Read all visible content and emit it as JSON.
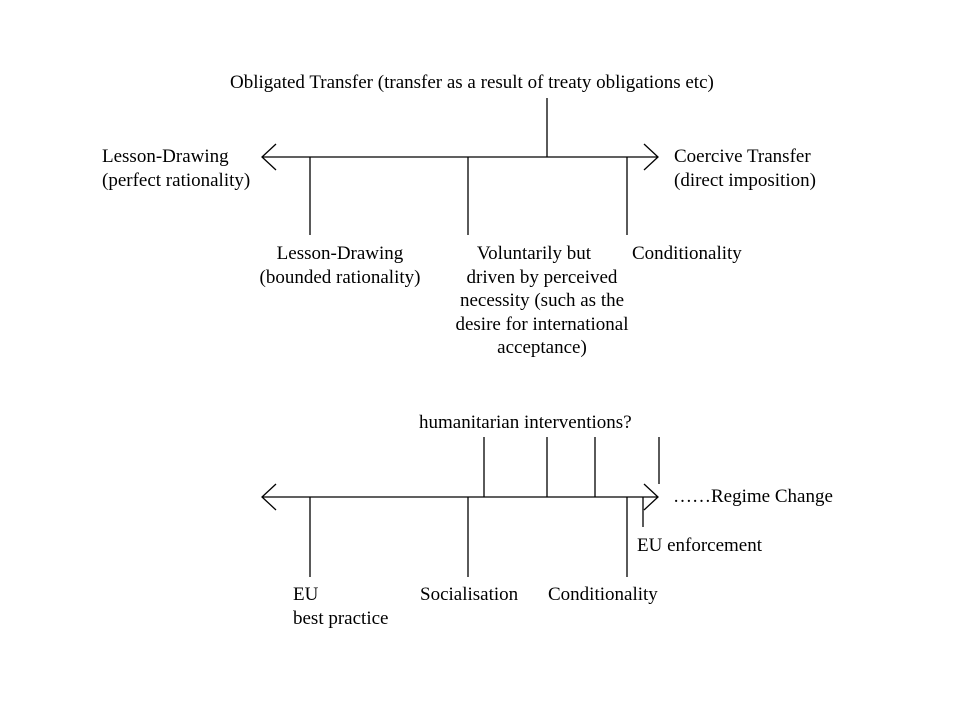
{
  "top_diagram": {
    "obligated_transfer": "Obligated Transfer (transfer as a result of treaty obligations etc)",
    "left_end": [
      "Lesson-Drawing",
      "(perfect rationality)"
    ],
    "right_end": [
      "Coercive Transfer",
      "(direct imposition)"
    ],
    "lesson_drawing_bounded": [
      "Lesson-Drawing",
      "(bounded rationality)"
    ],
    "voluntarily": [
      "Voluntarily but",
      "driven by perceived",
      "necessity (such as the",
      "desire for international",
      "acceptance)"
    ],
    "conditionality": "Conditionality"
  },
  "bottom_diagram": {
    "humanitarian": "humanitarian interventions?",
    "regime_change": "……Regime Change",
    "eu_enforcement": "EU enforcement",
    "eu_best_practice": [
      "EU",
      "best practice"
    ],
    "socialisation": "Socialisation",
    "conditionality": "Conditionality"
  },
  "colors": {
    "line": "#000000",
    "background": "#ffffff"
  }
}
